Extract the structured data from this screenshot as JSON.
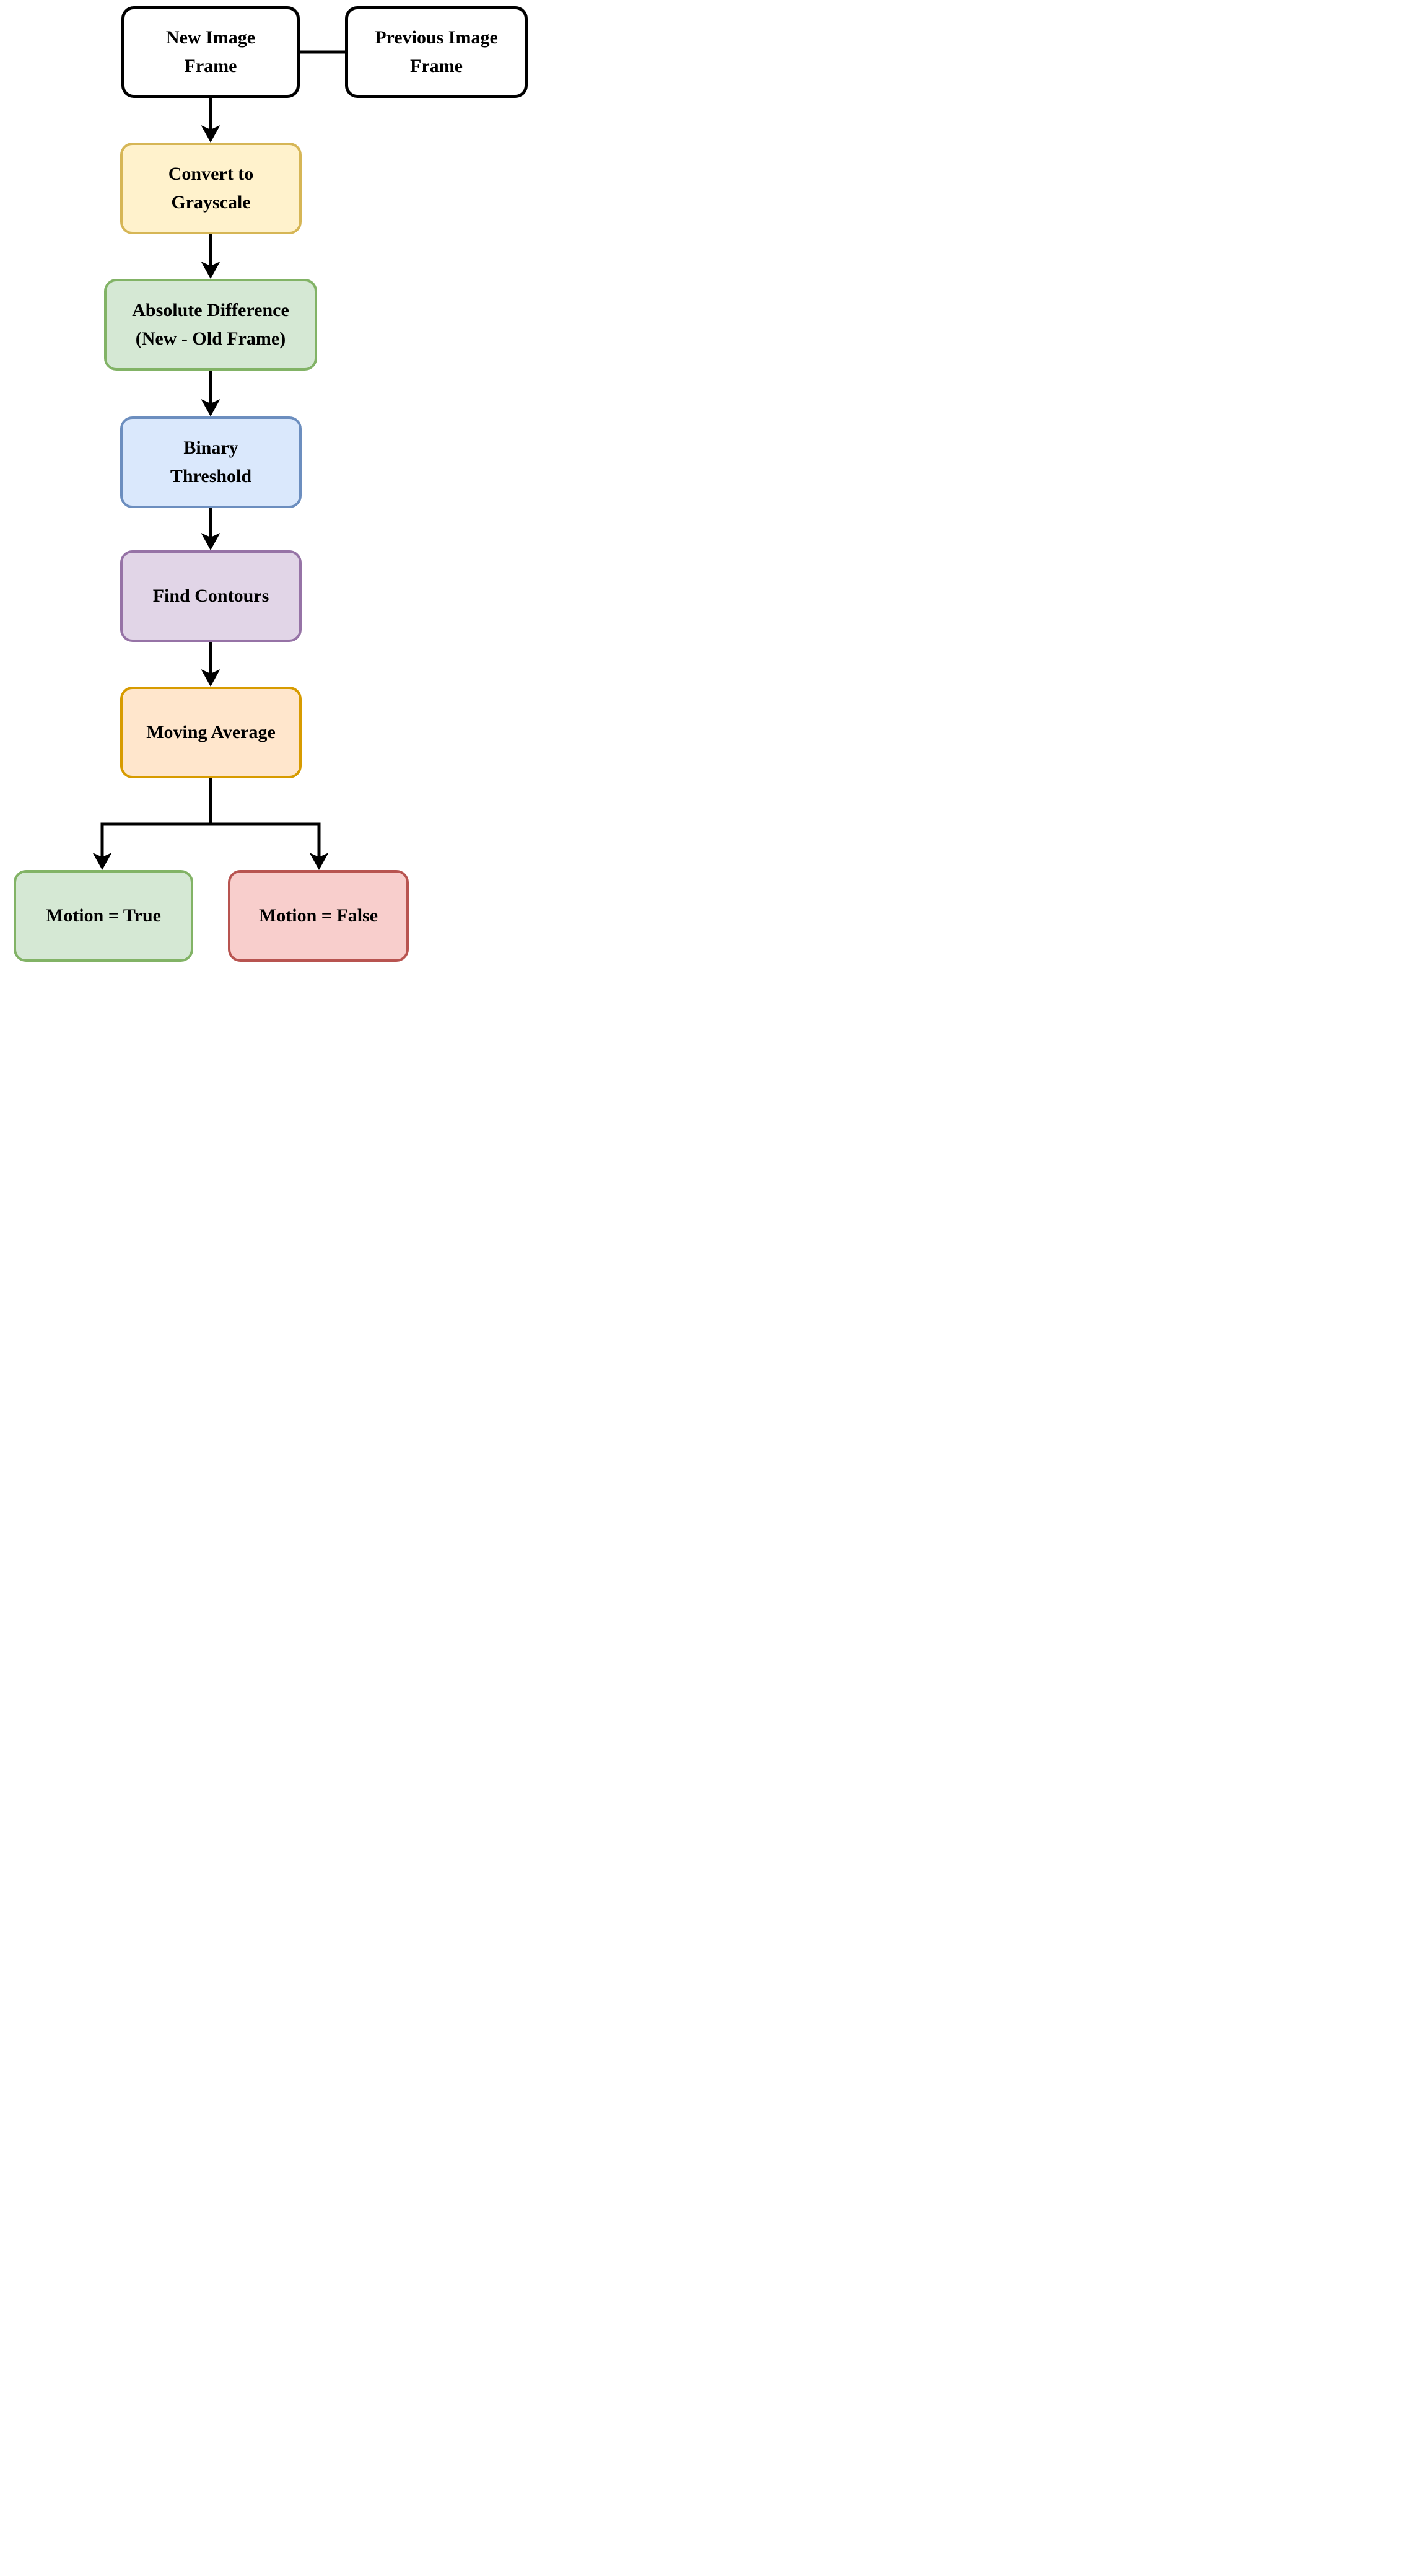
{
  "diagram": {
    "type": "flowchart",
    "nodes": [
      {
        "id": "new-image-frame",
        "label": "New Image\nFrame",
        "fill": "#FFFFFF",
        "stroke": "#000000"
      },
      {
        "id": "previous-image-frame",
        "label": "Previous Image\nFrame",
        "fill": "#FFFFFF",
        "stroke": "#000000"
      },
      {
        "id": "convert-to-grayscale",
        "label": "Convert to\nGrayscale",
        "fill": "#FFF2CC",
        "stroke": "#D6B656"
      },
      {
        "id": "absolute-difference",
        "label": "Absolute Difference\n(New - Old Frame)",
        "fill": "#D5E8D4",
        "stroke": "#82B366"
      },
      {
        "id": "binary-threshold",
        "label": "Binary\nThreshold",
        "fill": "#DAE8FC",
        "stroke": "#6C8EBF"
      },
      {
        "id": "find-contours",
        "label": "Find Contours",
        "fill": "#E1D5E7",
        "stroke": "#9673A6"
      },
      {
        "id": "moving-average",
        "label": "Moving Average",
        "fill": "#FFE6CC",
        "stroke": "#D79B00"
      },
      {
        "id": "motion-true",
        "label": "Motion = True",
        "fill": "#D5E8D4",
        "stroke": "#82B366"
      },
      {
        "id": "motion-false",
        "label": "Motion = False",
        "fill": "#F8CECC",
        "stroke": "#B85450"
      }
    ],
    "edges": [
      {
        "from": "new-image-frame",
        "to": "previous-image-frame",
        "arrow": false
      },
      {
        "from": "new-image-frame",
        "to": "convert-to-grayscale",
        "arrow": true
      },
      {
        "from": "convert-to-grayscale",
        "to": "absolute-difference",
        "arrow": true
      },
      {
        "from": "absolute-difference",
        "to": "binary-threshold",
        "arrow": true
      },
      {
        "from": "binary-threshold",
        "to": "find-contours",
        "arrow": true
      },
      {
        "from": "find-contours",
        "to": "moving-average",
        "arrow": true
      },
      {
        "from": "moving-average",
        "to": "motion-true",
        "arrow": true
      },
      {
        "from": "moving-average",
        "to": "motion-false",
        "arrow": true
      }
    ],
    "edge_color": "#000000",
    "text_color": "#000000",
    "background": "#FFFFFF"
  }
}
